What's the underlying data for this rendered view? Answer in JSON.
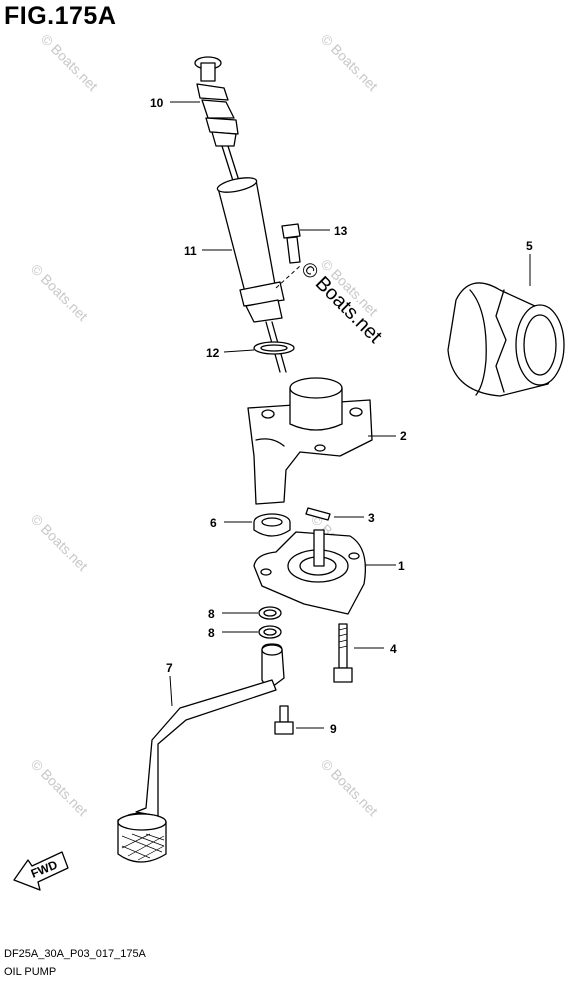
{
  "title": "FIG.175A",
  "footer": {
    "code": "DF25A_30A_P03_017_175A",
    "caption": "OIL PUMP"
  },
  "watermark": "© Boats.net",
  "fwd_label": "FWD",
  "callouts": {
    "c1": "1",
    "c2": "2",
    "c3": "3",
    "c4": "4",
    "c5": "5",
    "c6": "6",
    "c7": "7",
    "c8a": "8",
    "c8b": "8",
    "c9": "9",
    "c10": "10",
    "c11": "11",
    "c12": "12",
    "c13": "13"
  }
}
